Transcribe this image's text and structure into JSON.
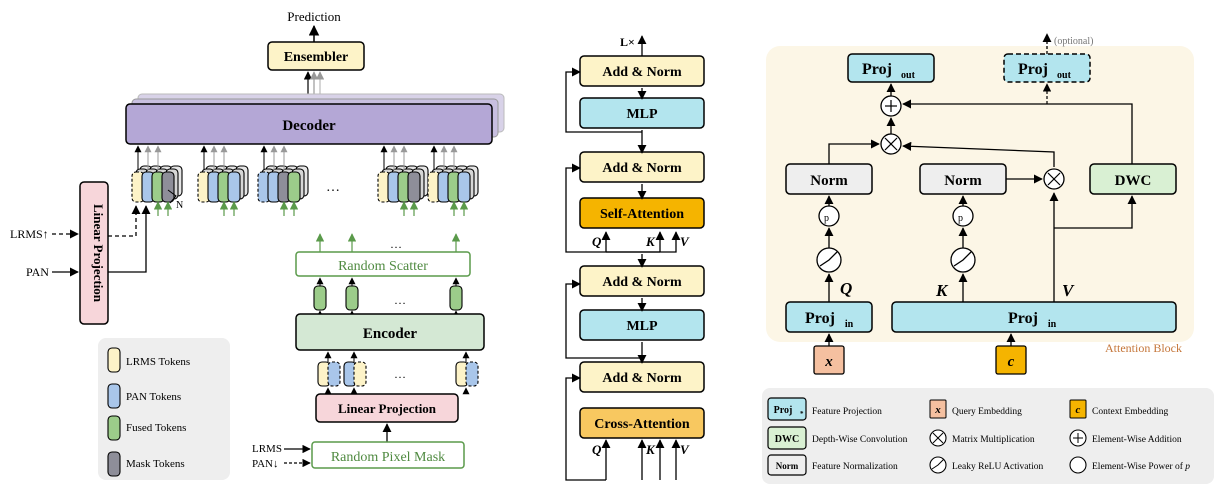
{
  "left": {
    "prediction": "Prediction",
    "ensembler": "Ensembler",
    "decoder": "Decoder",
    "linear_projection_vertical": "Linear Projection",
    "lrms_up": "LRMS↑",
    "pan": "PAN",
    "n_label": "N",
    "ellipsis": "…",
    "random_scatter": "Random Scatter",
    "encoder": "Encoder",
    "linear_projection": "Linear Projection",
    "random_pixel_mask": "Random Pixel Mask",
    "lrms": "LRMS",
    "pan_down": "PAN↓",
    "legend": [
      "LRMS Tokens",
      "PAN Tokens",
      "Fused Tokens",
      "Mask Tokens"
    ]
  },
  "middle": {
    "repeat": "L×",
    "add_norm": "Add & Norm",
    "mlp": "MLP",
    "self_attention": "Self-Attention",
    "cross_attention": "Cross-Attention",
    "q": "Q",
    "k": "K",
    "v": "V"
  },
  "right": {
    "optional": "(optional)",
    "proj": "Proj",
    "out": "out",
    "in": "in",
    "norm": "Norm",
    "dwc": "DWC",
    "q": "Q",
    "k": "K",
    "v": "V",
    "x": "x",
    "c": "c",
    "p": "p",
    "attention_block": "Attention Block",
    "legend": {
      "proj_sym": "Proj",
      "proj_sub": "*",
      "feature_projection": "Feature Projection",
      "query_embedding": "Query Embedding",
      "context_embedding": "Context Embedding",
      "dwc": "DWC",
      "dwc_label": "Depth-Wise Convolution",
      "matmul": "Matrix Multiplication",
      "add": "Element-Wise Addition",
      "norm": "Norm",
      "norm_label": "Feature Normalization",
      "leaky": "Leaky ReLU Activation",
      "power": "Element-Wise Power of ",
      "power_p": "p"
    }
  },
  "colors": {
    "yellow": "#fdf3c8",
    "blue": "#a9c6ea",
    "green": "#9ccc8a",
    "gray": "#8e8e99",
    "purple": "#b4a7d6",
    "pink": "#f7d6da",
    "cyan": "#b3e5ee",
    "orange": "#f5b400",
    "lightgreen": "#d9f0d3",
    "cream": "#fcf6e6",
    "salmon": "#f5c0a0",
    "encoder": "#d4e8d4"
  }
}
